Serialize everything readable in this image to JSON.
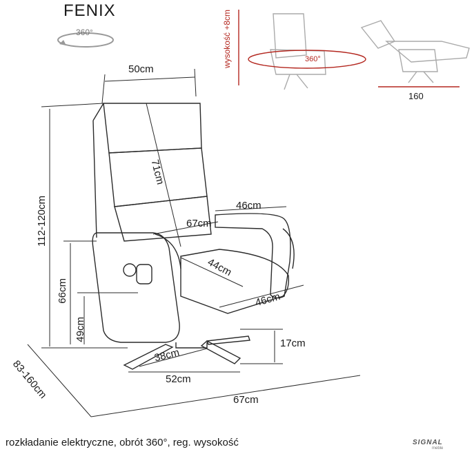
{
  "product": {
    "name": "FENIX",
    "rotation_badge": "360°"
  },
  "dimensions": {
    "width_top": "50cm",
    "back_height": "71cm",
    "total_height": "112-120cm",
    "armrest_length": "46cm",
    "inner_width": "67cm",
    "seat_depth": "44cm",
    "seat_width": "46cm",
    "arm_height": "66cm",
    "seat_height": "49cm",
    "base_height": "17cm",
    "base_width": "38cm",
    "base_depth": "52cm",
    "overall_depth": "83-160cm",
    "overall_width": "67cm"
  },
  "thumbnails": {
    "height_adjust": "wysokość +8cm",
    "rotation": "360°",
    "recline_length": "160"
  },
  "footer": {
    "description": "rozkładanie elektryczne, obrót 360°, reg. wysokość"
  },
  "brand": {
    "logo_text": "SIGNAL",
    "logo_sub": "meble"
  },
  "colors": {
    "accent": "#b3261e",
    "line": "#2a2a2a"
  }
}
